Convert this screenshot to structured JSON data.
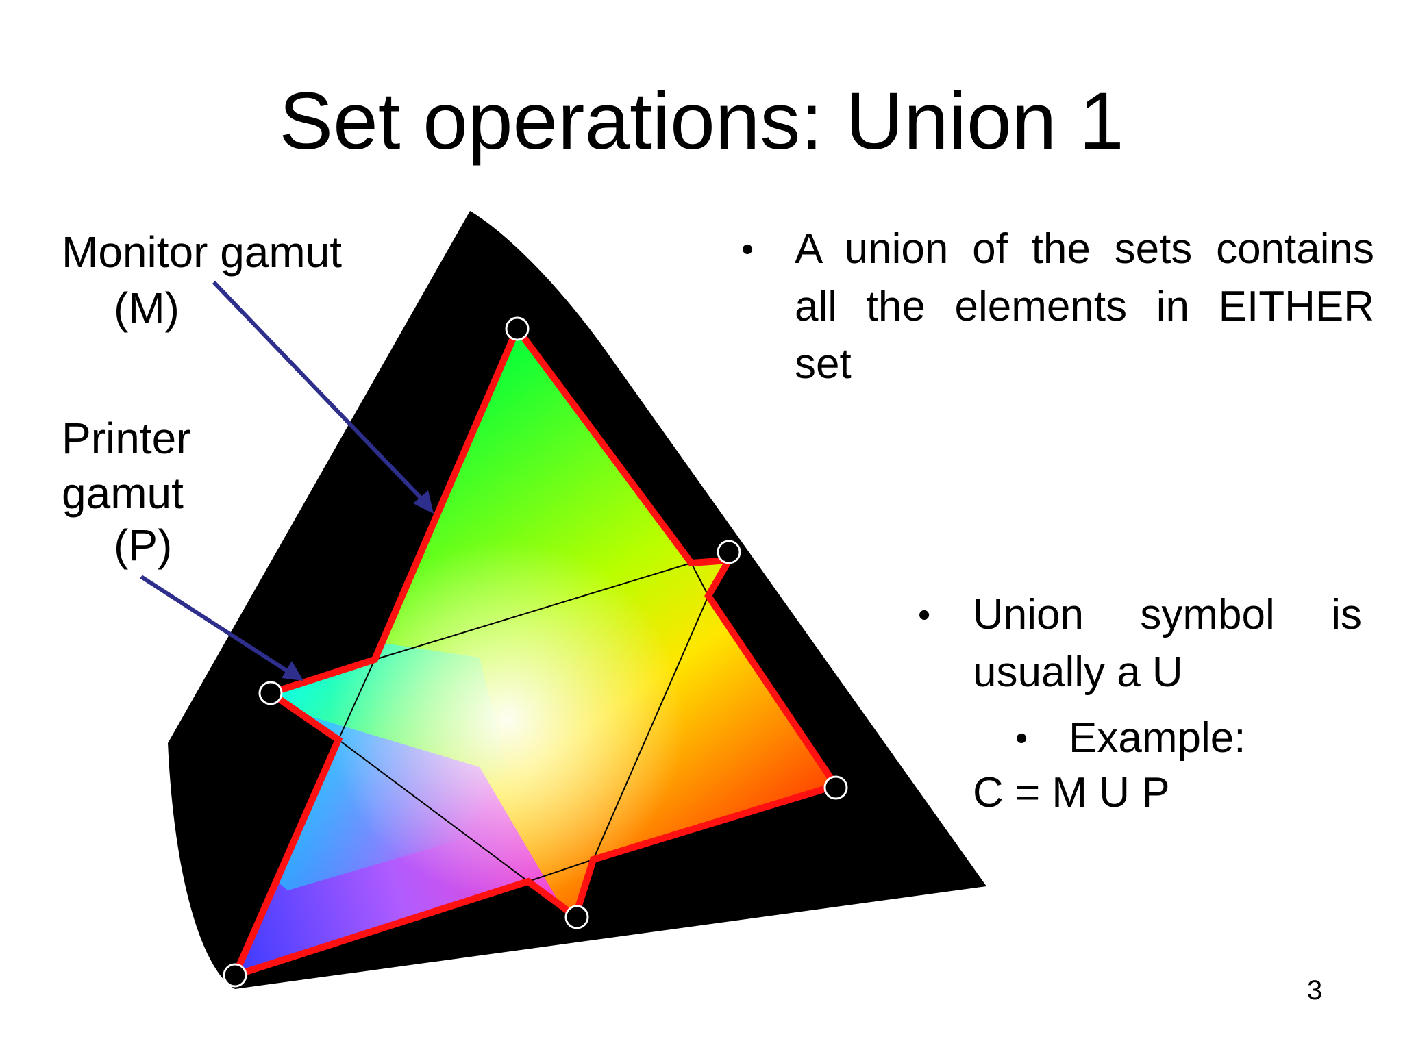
{
  "title": "Set operations: Union 1",
  "labels": {
    "monitor_line1": "Monitor gamut",
    "monitor_line2": "(M)",
    "printer_line1": "Printer",
    "printer_line2": "gamut",
    "printer_line3": "(P)"
  },
  "bullets": {
    "union_def_marker": "•",
    "union_def_line1": "A union of the sets contains",
    "union_def_line2": "all the elements in EITHER",
    "union_def_line3": "set",
    "symbol_marker": "•",
    "symbol_w1": "Union",
    "symbol_w2": "symbol",
    "symbol_w3": "is",
    "symbol_line2": "usually a U",
    "example_marker": "•",
    "example_label": "Example:",
    "example_formula": "C = M U P"
  },
  "page_number": "3",
  "colors": {
    "outline": "#ff1111",
    "arrow": "#2e2e8c",
    "locus_fill": "#000000",
    "vertex_marker": "#ffffff"
  }
}
